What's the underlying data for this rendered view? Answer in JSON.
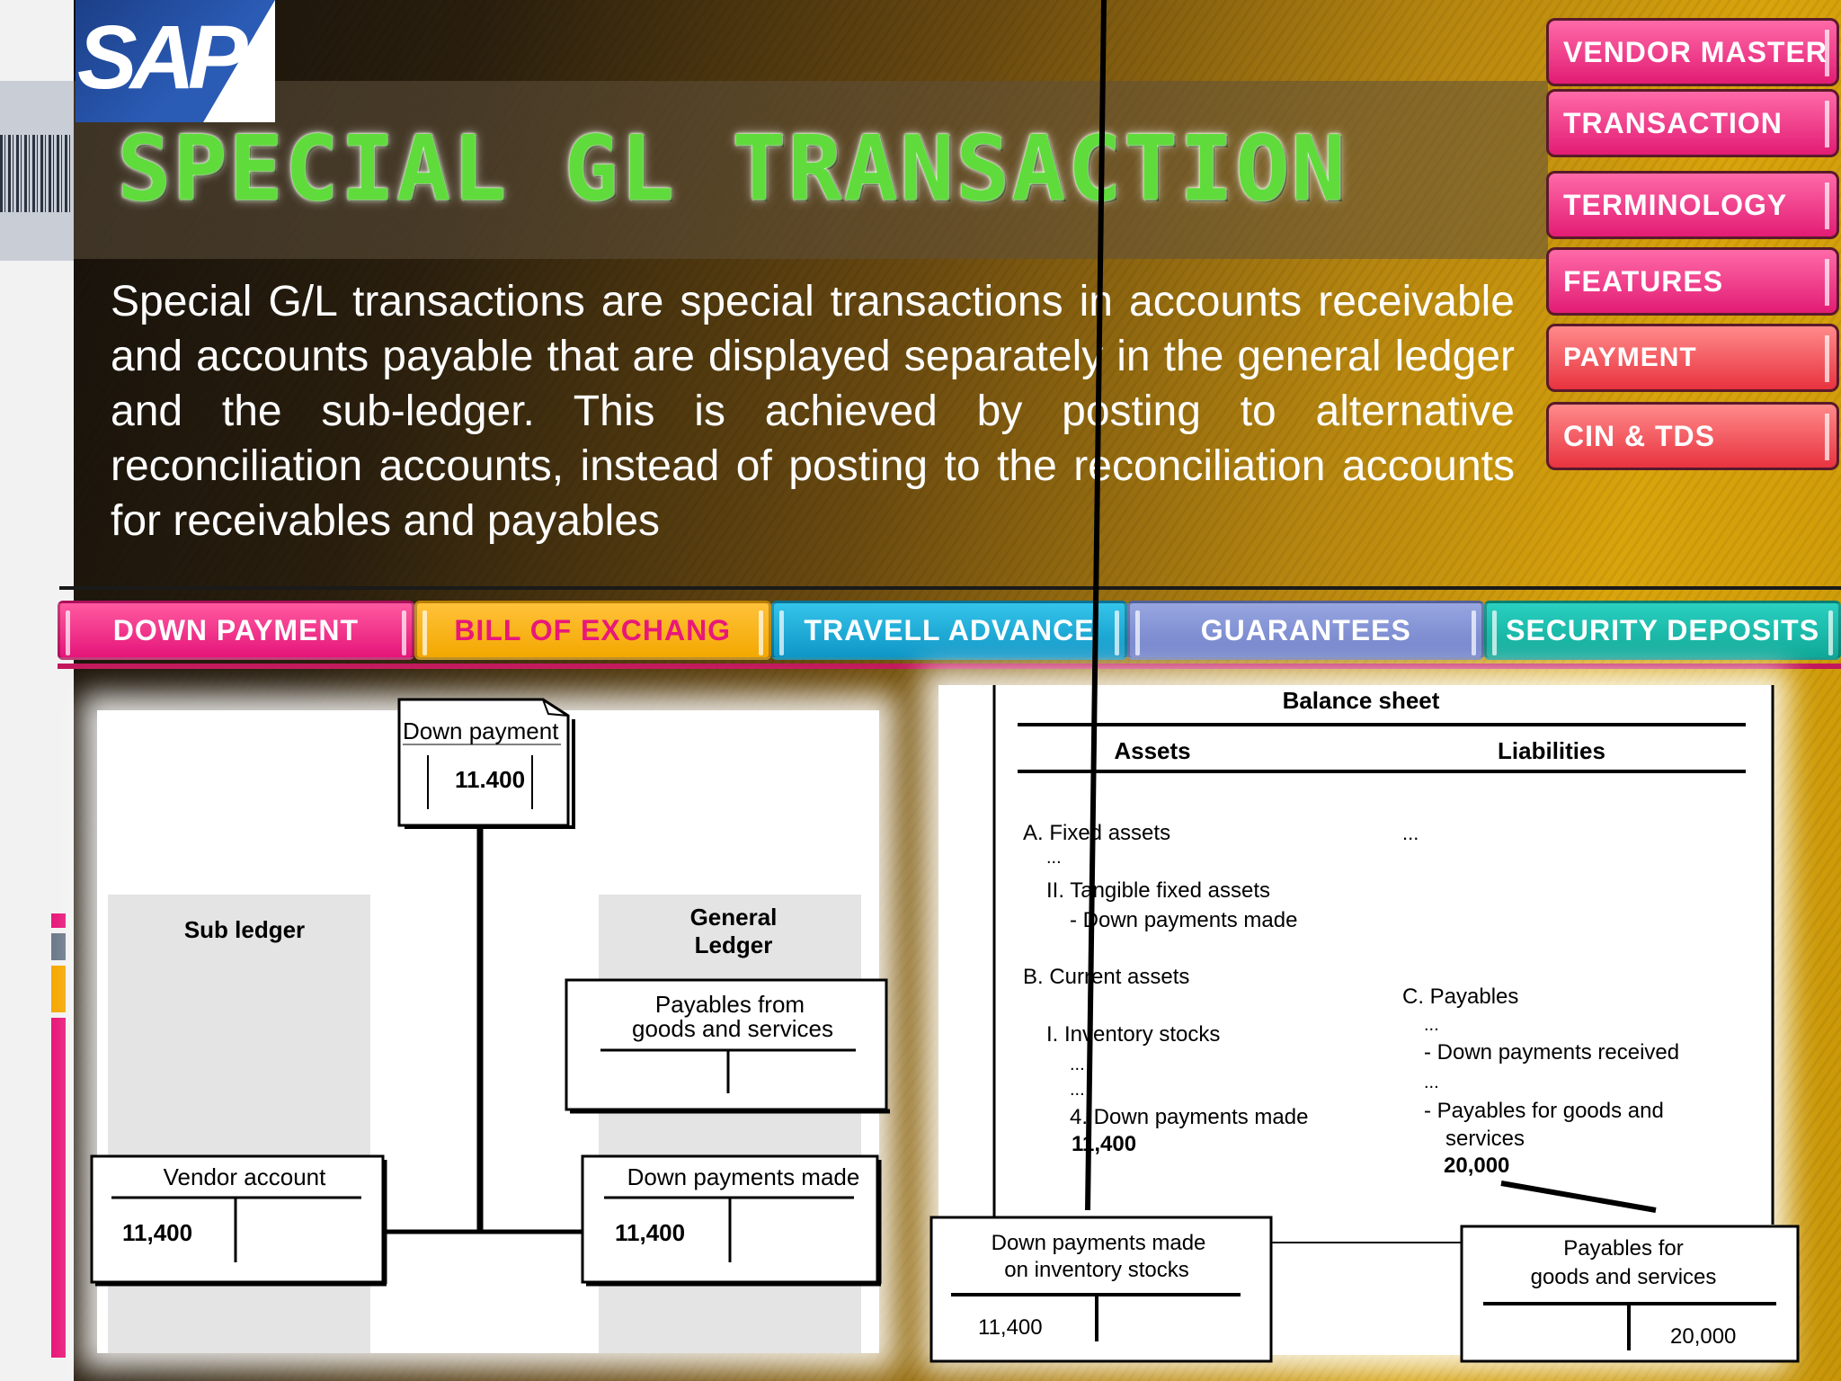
{
  "logo": {
    "text": "SAP"
  },
  "title": "SPECIAL GL TRANSACTION",
  "paragraph": "Special G/L transactions are special transactions in accounts receivable and accounts payable that are displayed separately in the general ledger and the sub-ledger. This is achieved by posting to alternative reconciliation accounts, instead of posting to the reconciliation accounts for receivables and payables",
  "side_nav": [
    "VENDOR MASTER",
    "TRANSACTION",
    "TERMINOLOGY",
    "FEATURES",
    "PAYMENT",
    "CIN & TDS"
  ],
  "tabs": [
    "DOWN PAYMENT",
    "BILL OF EXCHANG",
    "TRAVELL ADVANCE",
    "GUARANTEES",
    "SECURITY DEPOSITS"
  ],
  "left_diagram": {
    "doc_label": "Down payment",
    "doc_amount": "11.400",
    "sub_ledger": "Sub ledger",
    "general_ledger_line1": "General",
    "general_ledger_line2": "Ledger",
    "payables_line1": "Payables from",
    "payables_line2": "goods and services",
    "vendor_account": "Vendor account",
    "vendor_amount": "11,400",
    "dp_made": "Down payments made",
    "dp_amount": "11,400"
  },
  "right_diagram": {
    "title": "Balance sheet",
    "assets": "Assets",
    "liabilities": "Liabilities",
    "a_fixed": "A. Fixed assets",
    "dots": "...",
    "ii_tangible": "II. Tangible fixed assets",
    "dp_made_sub": "- Down payments made",
    "b_current": "B. Current assets",
    "i_inventory": "I. Inventory stocks",
    "four_dp": "4. Down payments made",
    "four_amount": "11,400",
    "c_payables": "C. Payables",
    "dp_received": "- Down payments received",
    "payables_goods_line1": "- Payables for goods and",
    "payables_goods_line2": "services",
    "payables_amount": "20,000",
    "box1_line1": "Down payments made",
    "box1_line2": "on inventory stocks",
    "box1_amount": "11,400",
    "box2_line1": "Payables for",
    "box2_line2": "goods and services",
    "box2_amount": "20,000"
  }
}
